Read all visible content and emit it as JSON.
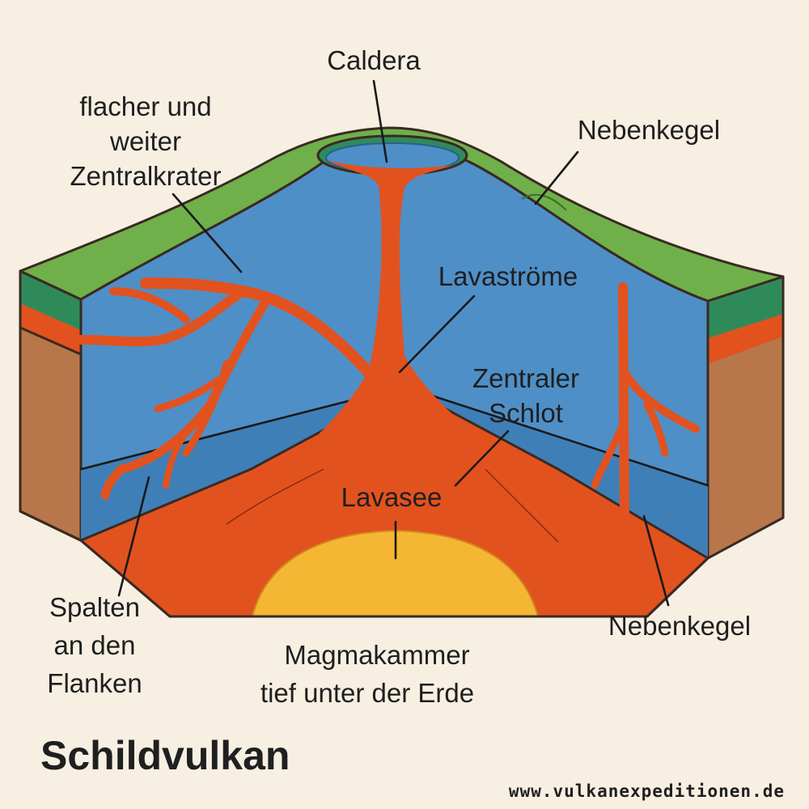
{
  "title": "Schildvulkan",
  "website": "www.vulkanexpeditionen.de",
  "labels": {
    "caldera": "Caldera",
    "central_crater": [
      "flacher und",
      "weiter",
      "Zentralkrater"
    ],
    "side_cone_top": "Nebenkegel",
    "lava_flows": "Lavaströme",
    "central_vent": [
      "Zentraler",
      "Schlot"
    ],
    "lava_lake": "Lavasee",
    "fissures": [
      "Spalten",
      "an den",
      "Flanken"
    ],
    "magma_chamber": [
      "Magmakammer",
      "tief unter der Erde"
    ],
    "side_cone_bottom": "Nebenkegel"
  },
  "colors": {
    "background": "#f6efe2",
    "vegetation": "#6fb04a",
    "vegetation_side": "#2f8a5a",
    "rock_layer": "#4f8fc7",
    "rock_layer_dark": "#3f7fb8",
    "lava": "#e2521f",
    "magma": "#f5b733",
    "soil": "#b8774a"
  }
}
